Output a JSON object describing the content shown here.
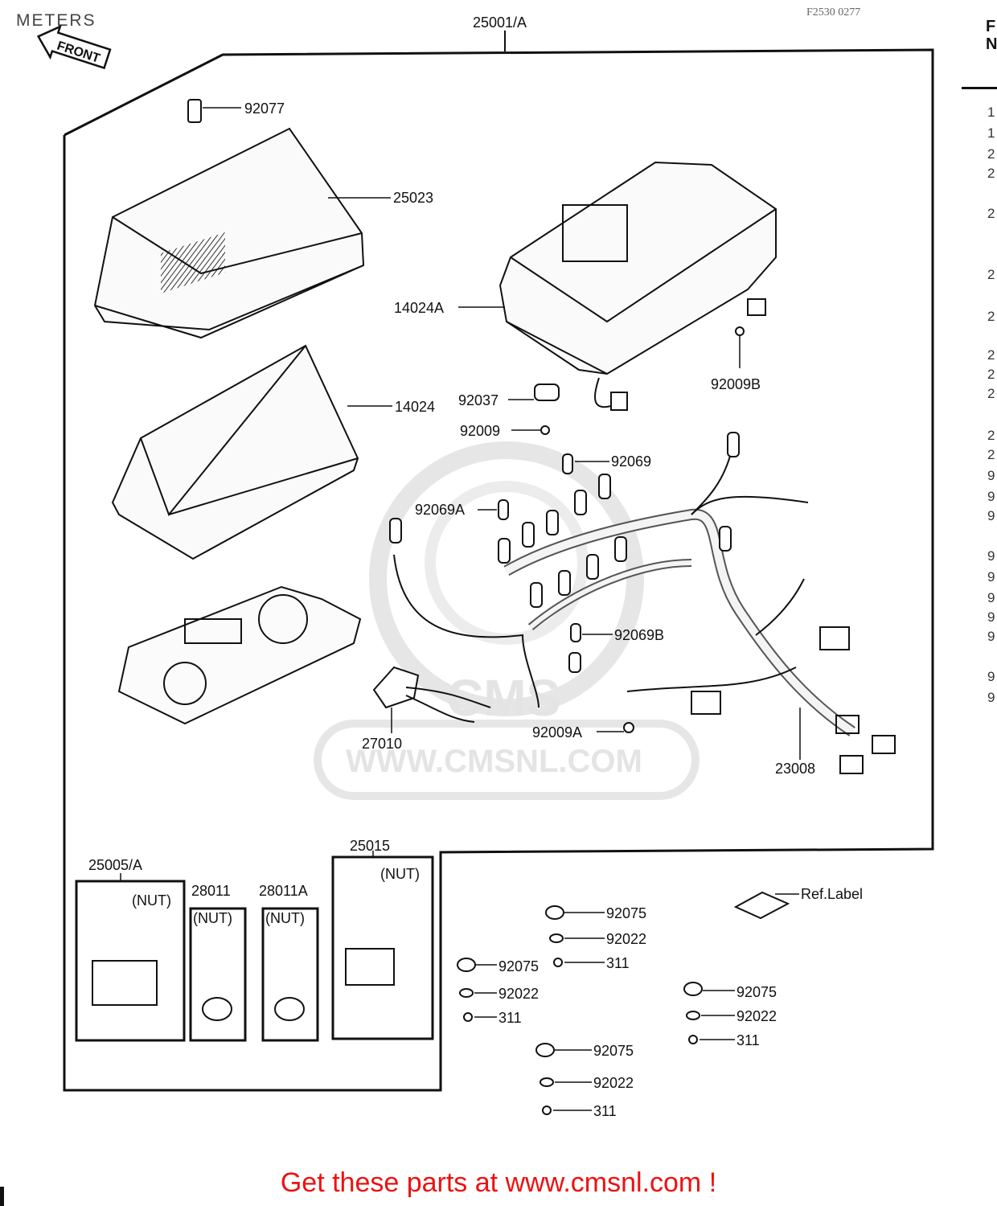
{
  "page": {
    "title": "METERS",
    "ref_code": "F2530 0277",
    "footer": "Get these parts at www.cmsnl.com !",
    "front_tag": "FRONT",
    "side_header": [
      "F",
      "N"
    ],
    "side_list": [
      "1",
      "1",
      "2",
      "2",
      "2",
      "2",
      "2",
      "2",
      "2",
      "2",
      "2",
      "2",
      "9",
      "9",
      "9",
      "9",
      "9",
      "9",
      "9",
      "9",
      "9",
      "9"
    ]
  },
  "watermark": {
    "text": "WWW.CMSNL.COM",
    "logo": "CMS"
  },
  "labels": {
    "kit": "25001/A",
    "plug": "92077",
    "case_upper": "25023",
    "case_lower": "14024A",
    "cover": "14024",
    "screw_b": "92009B",
    "clamp": "92037",
    "screw": "92009",
    "bulb": "92069",
    "bulb_a": "92069A",
    "bulb_b": "92069B",
    "socket": "27010",
    "screw_a": "92009A",
    "harness": "23008",
    "tacho": "25005/A",
    "speed1": "28011",
    "speed2": "28011A",
    "meter": "25015",
    "nut1": "(NUT)",
    "nut2": "(NUT)",
    "nut3": "(NUT)",
    "nut4": "(NUT)",
    "ref_label": "Ref.Label",
    "g1_a": "92075",
    "g1_b": "92022",
    "g1_c": "311",
    "g2_a": "92075",
    "g2_b": "92022",
    "g2_c": "311",
    "g3_a": "92075",
    "g3_b": "92022",
    "g3_c": "311",
    "g4_a": "92075",
    "g4_b": "92022",
    "g4_c": "311"
  }
}
